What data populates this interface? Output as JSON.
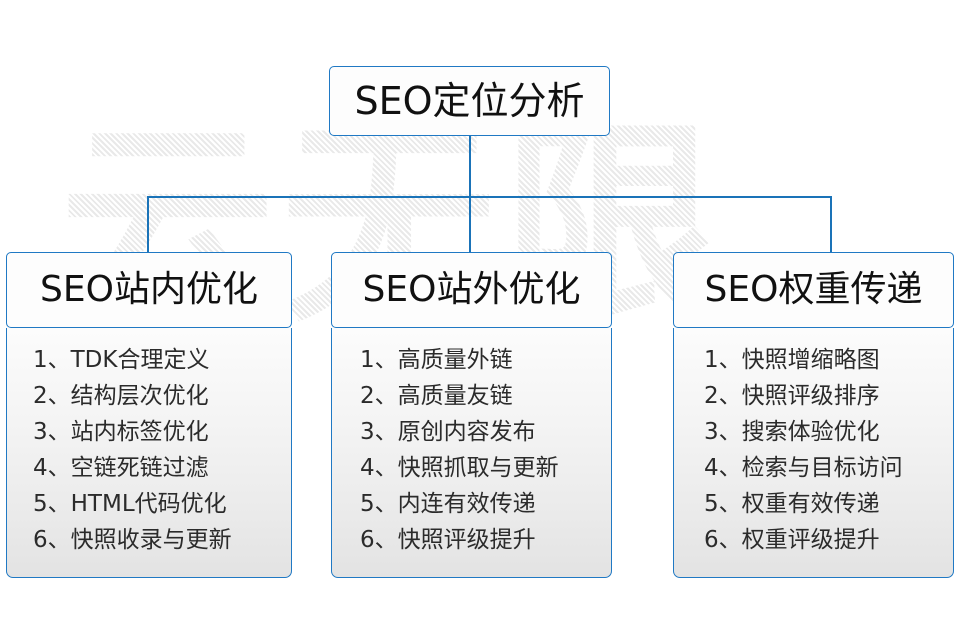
{
  "diagram": {
    "watermark_text": "云无限",
    "accent_color": "#2079c4",
    "line_color": "#1a73b8",
    "root": {
      "label": "SEO定位分析"
    },
    "branches": [
      {
        "header": "SEO站内优化",
        "items": [
          "1、TDK合理定义",
          "2、结构层次优化",
          "3、站内标签优化",
          "4、空链死链过滤",
          "5、HTML代码优化",
          "6、快照收录与更新"
        ]
      },
      {
        "header": "SEO站外优化",
        "items": [
          "1、高质量外链",
          "2、高质量友链",
          "3、原创内容发布",
          "4、快照抓取与更新",
          "5、内连有效传递",
          "6、快照评级提升"
        ]
      },
      {
        "header": "SEO权重传递",
        "items": [
          "1、快照增缩略图",
          "2、快照评级排序",
          "3、搜索体验优化",
          "4、检索与目标访问",
          "5、权重有效传递",
          "6、权重评级提升"
        ]
      }
    ]
  }
}
